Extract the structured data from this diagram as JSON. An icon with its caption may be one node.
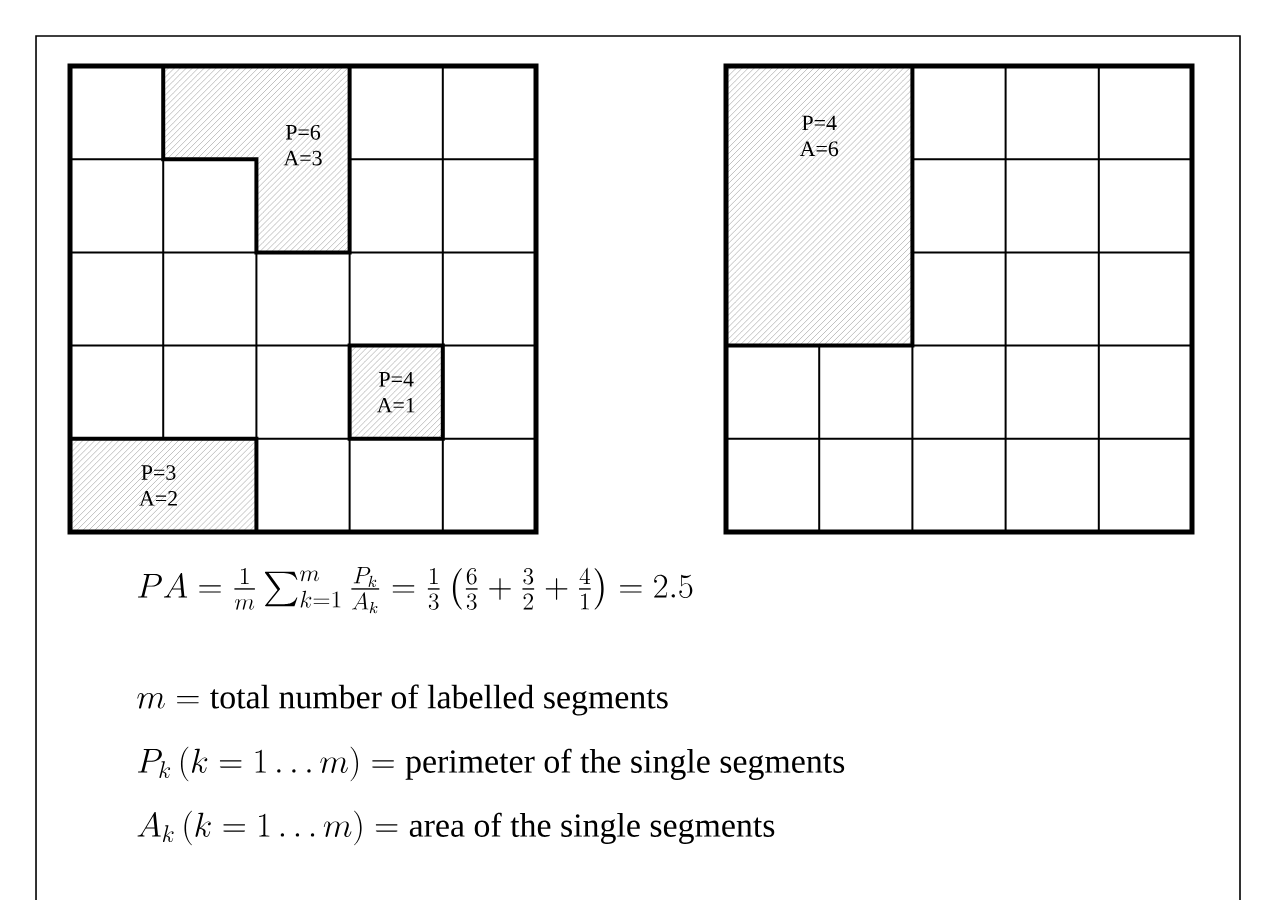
{
  "diagram": {
    "nodes": [
      {
        "text": [
          "P=6",
          "A=3"
        ]
      },
      {
        "text": [
          "P=4",
          "A=1"
        ]
      },
      {
        "text": [
          "P=3",
          "A=2"
        ]
      },
      {
        "text": [
          "P=4",
          "A=6"
        ]
      }
    ],
    "labels": [
      "PA = \\frac{1}{m}\\sum_{k=1}^{m}\\frac{P_k}{A_k} = \\frac{1}{3}\\left(\\frac{6}{3}+\\frac{3}{2}+\\frac{4}{1}\\right) = 2.5",
      "m = \\text{total number of labelled segments}",
      "P_k\\left(k = 1 \\ldots m\\right) = \\text{perimeter of the single segments}",
      "A_k\\left(k = 1 \\ldots m\\right) = \\text{area of the single segments}"
    ]
  }
}
